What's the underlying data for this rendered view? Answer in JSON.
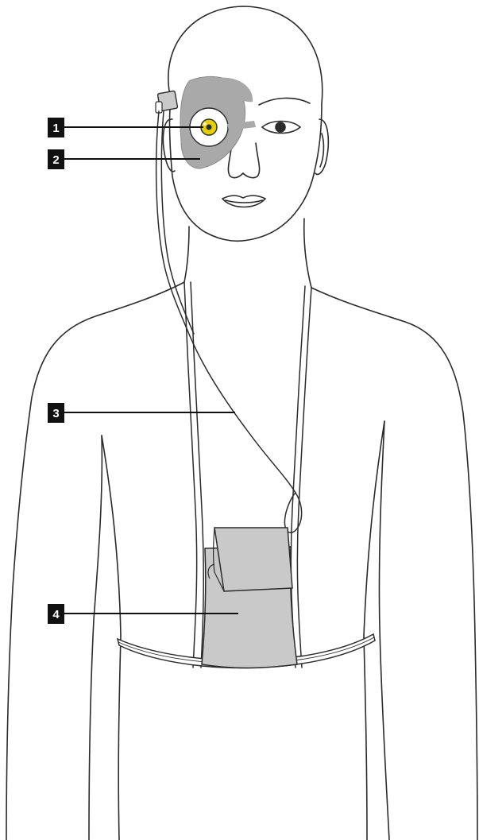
{
  "colors": {
    "outline": "#2b2b2b",
    "fill_gray": "#c9c9c9",
    "implant_gray": "#a9a9a9",
    "lens_yellow": "#e4cf00",
    "badge_bg": "#111111",
    "badge_text": "#ffffff",
    "background": "#ffffff"
  },
  "callouts": [
    {
      "number": "1",
      "part": "camera-lens"
    },
    {
      "number": "2",
      "part": "eye-implant"
    },
    {
      "number": "3",
      "part": "cable"
    },
    {
      "number": "4",
      "part": "belt-pouch"
    }
  ]
}
